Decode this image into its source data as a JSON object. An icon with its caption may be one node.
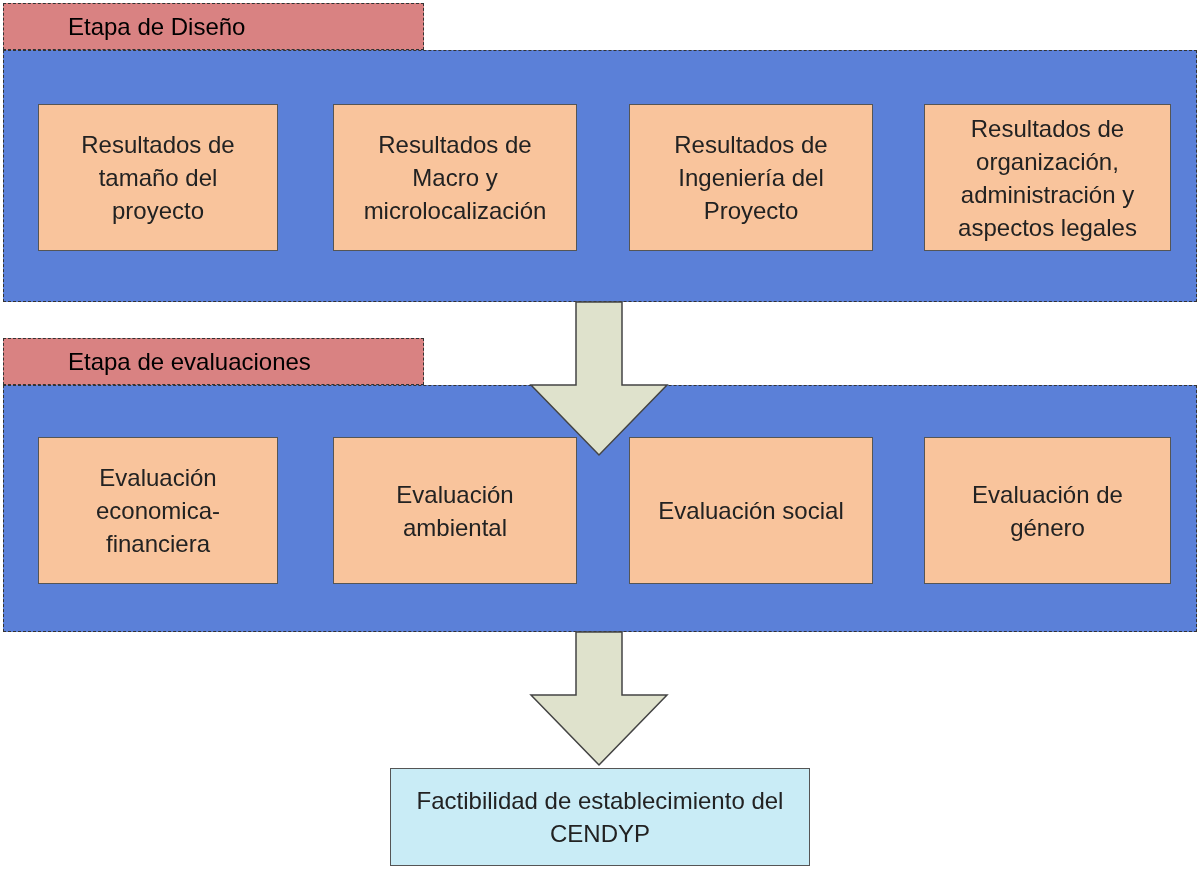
{
  "diagram": {
    "nodes": [
      {
        "text": [
          "Etapa de Diseño"
        ]
      },
      {
        "text": [
          "Resultados de tamaño del proyecto"
        ],
        "in": 0
      },
      {
        "text": [
          "Resultados de Macro y microlocalización"
        ],
        "in": 0
      },
      {
        "text": [
          "Resultados de Ingeniería del Proyecto"
        ],
        "in": 0
      },
      {
        "text": [
          "Resultados de organización, administración y aspectos legales"
        ],
        "in": 0
      },
      {
        "text": [
          "Etapa de evaluaciones"
        ]
      },
      {
        "text": [
          "Evaluación economica-financiera"
        ],
        "in": 5
      },
      {
        "text": [
          "Evaluación ambiental"
        ],
        "in": 5
      },
      {
        "text": [
          "Evaluación social"
        ],
        "in": 5
      },
      {
        "text": [
          "Evaluación de género"
        ],
        "in": 5
      },
      {
        "text": [
          "Factibilidad de establecimiento del CENDYP"
        ]
      }
    ],
    "edges": [
      {
        "from": 0,
        "to": 5,
        "arrow": "to"
      },
      {
        "from": 5,
        "to": 10,
        "arrow": "to"
      }
    ]
  }
}
